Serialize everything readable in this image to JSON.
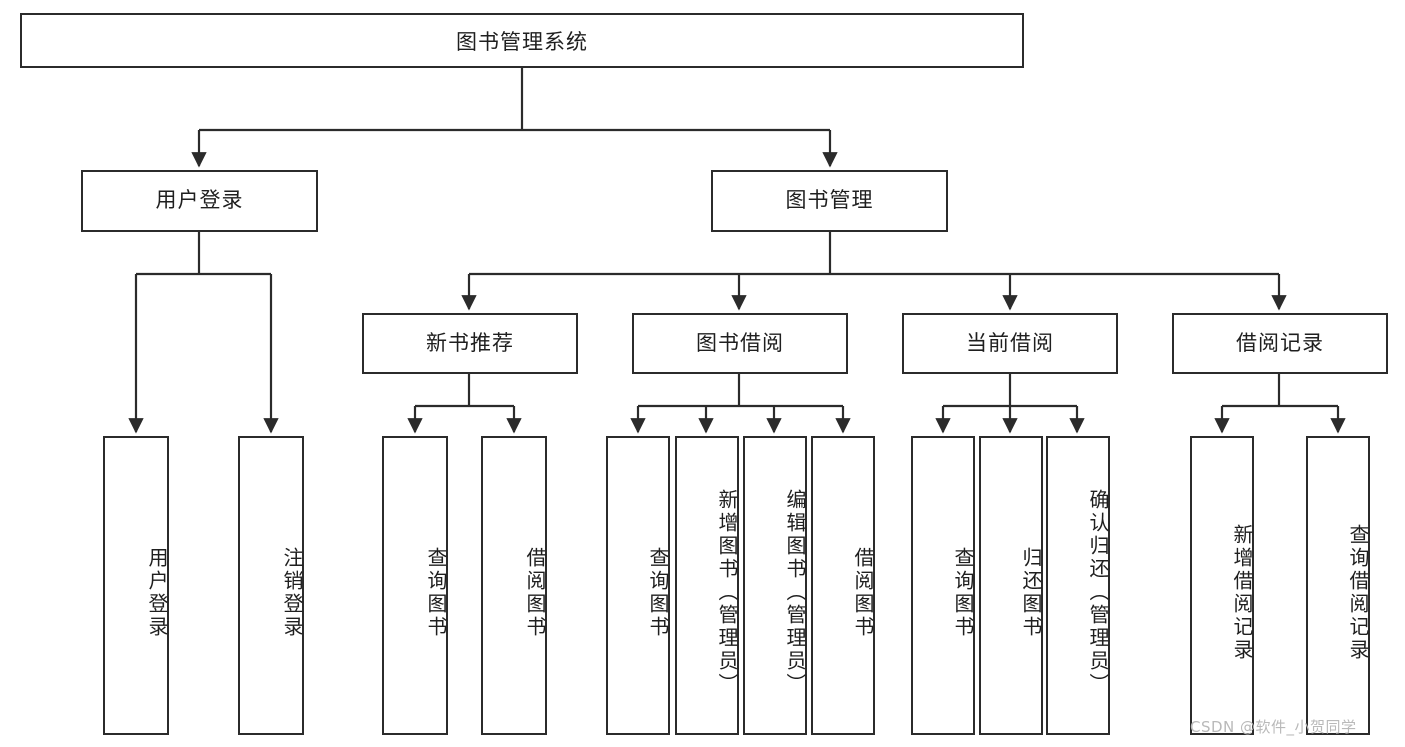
{
  "diagram": {
    "type": "tree-hierarchy",
    "title": "图书管理系统",
    "watermark": "CSDN @软件_小贺同学",
    "style": {
      "background": "#ffffff",
      "border_color": "#2b2b2b",
      "text_color": "#1f1f1f",
      "watermark_color": "#b9b9b9"
    },
    "nodes": {
      "root": {
        "label": "图书管理系统",
        "level": 1
      },
      "l2": [
        {
          "label": "用户登录",
          "level": 2
        },
        {
          "label": "图书管理",
          "level": 2
        }
      ],
      "l3": [
        {
          "label": "新书推荐",
          "level": 3
        },
        {
          "label": "图书借阅",
          "level": 3
        },
        {
          "label": "当前借阅",
          "level": 3
        },
        {
          "label": "借阅记录",
          "level": 3
        }
      ],
      "leaves": {
        "user_login": [
          {
            "label": "用户登录"
          },
          {
            "label": "注销登录"
          }
        ],
        "new_book_recommend": [
          {
            "label": "查询图书"
          },
          {
            "label": "借阅图书"
          }
        ],
        "book_borrow": [
          {
            "label": "查询图书"
          },
          {
            "label": "新增图书（管理员）"
          },
          {
            "label": "编辑图书（管理员）"
          },
          {
            "label": "借阅图书"
          }
        ],
        "current_borrow": [
          {
            "label": "查询图书"
          },
          {
            "label": "归还图书"
          },
          {
            "label": "确认归还（管理员）"
          }
        ],
        "borrow_record": [
          {
            "label": "新增借阅记录"
          },
          {
            "label": "查询借阅记录"
          }
        ]
      }
    }
  }
}
